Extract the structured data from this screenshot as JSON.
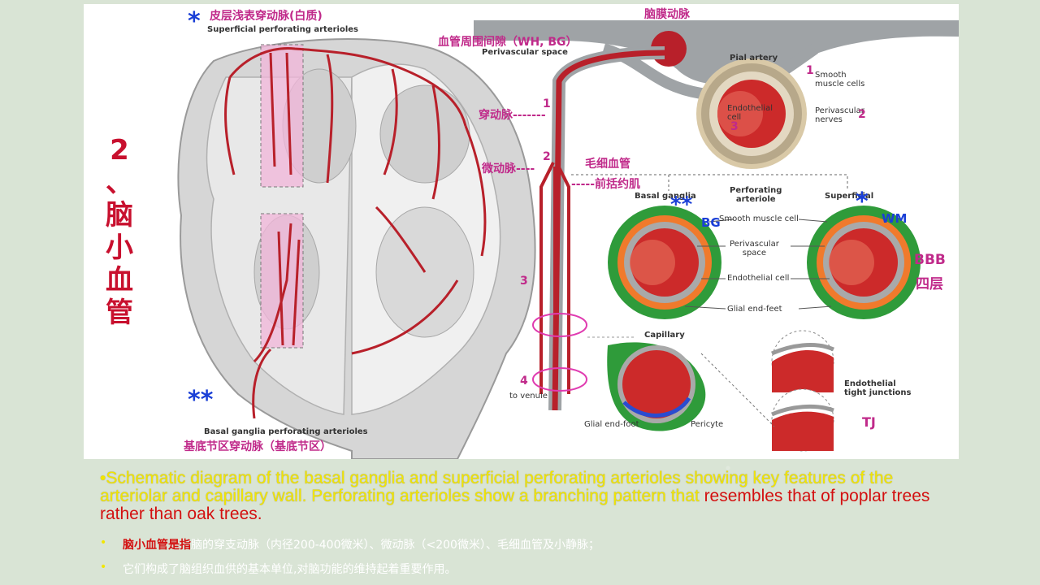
{
  "diagram": {
    "title_vertical": [
      "2",
      "、",
      "脑",
      "小",
      "血",
      "管"
    ],
    "brain": {
      "top_label_cn": "皮层浅表穿动脉(白质)",
      "top_label_en": "Superficial perforating arterioles",
      "bottom_label_en": "Basal ganglia perforating arterioles",
      "bottom_label_cn": "基底节区穿动脉（基底节区）",
      "star_single": "*",
      "star_double": "**"
    },
    "vessel": {
      "pial_artery_cn": "脑膜动脉",
      "perivascular_cn": "血管周围间隙（WH, BG）",
      "perivascular_en": "Perivascular space",
      "penetrating_cn": "穿动脉-------",
      "arteriole_cn": "微动脉----",
      "capillary_cn": "毛细血管",
      "sphincter_cn": "-----前括约肌",
      "num1": "1",
      "num2": "2",
      "num3": "3",
      "num4": "4",
      "to_venule": "to venule",
      "capillary_en": "Capillary"
    },
    "pial": {
      "title": "Pial artery",
      "smooth": "Smooth\nmuscle cells",
      "endothelial": "Endothelial\ncell",
      "perivascular_nerves": "Perivascular\nnerves",
      "n1": "1",
      "n2": "2",
      "n3": "3"
    },
    "cross": {
      "basal_ganglia": "Basal ganglia",
      "perforating": "Perforating\narteriole",
      "superficial": "Superficial",
      "smooth_muscle": "Smooth muscle cell",
      "perivascular_space": "Perivascular\nspace",
      "endothelial_cell": "Endothelial cell",
      "glial_end_feet": "Glial end-feet",
      "bg": "BG",
      "wm": "WM",
      "bbb": "BBB",
      "four_layers": "四层",
      "star_double": "**",
      "star_single": "*"
    },
    "capillary": {
      "glial_end_foot": "Glial end-foot",
      "pericyte": "Pericyte",
      "tight_junctions": "Endothelial\ntight junctions",
      "tj": "TJ"
    }
  },
  "caption": {
    "part1": "•Schematic diagram of the basal ganglia and superficial perforating arterioles showing key features of the arteriolar and capillary wall. Perforating arterioles show a branching pattern that",
    "part2": "resembles that of poplar trees rather than oak trees."
  },
  "bullets": [
    {
      "marker": "•",
      "highlight": "脑小血管是指",
      "text": "脑的穿支动脉（内径200-400微米）、微动脉（<200微米）、毛细血管及小静脉；"
    },
    {
      "marker": "•",
      "highlight": "",
      "text": "它们构成了脑组织血供的基本单位,对脑功能的维持起着重要作用。"
    }
  ],
  "colors": {
    "vessel_red": "#b8202a",
    "label_magenta": "#c02a8a",
    "marker_blue": "#1a3fd6",
    "caption_yellow": "#f2e600",
    "caption_red": "#d31010"
  }
}
